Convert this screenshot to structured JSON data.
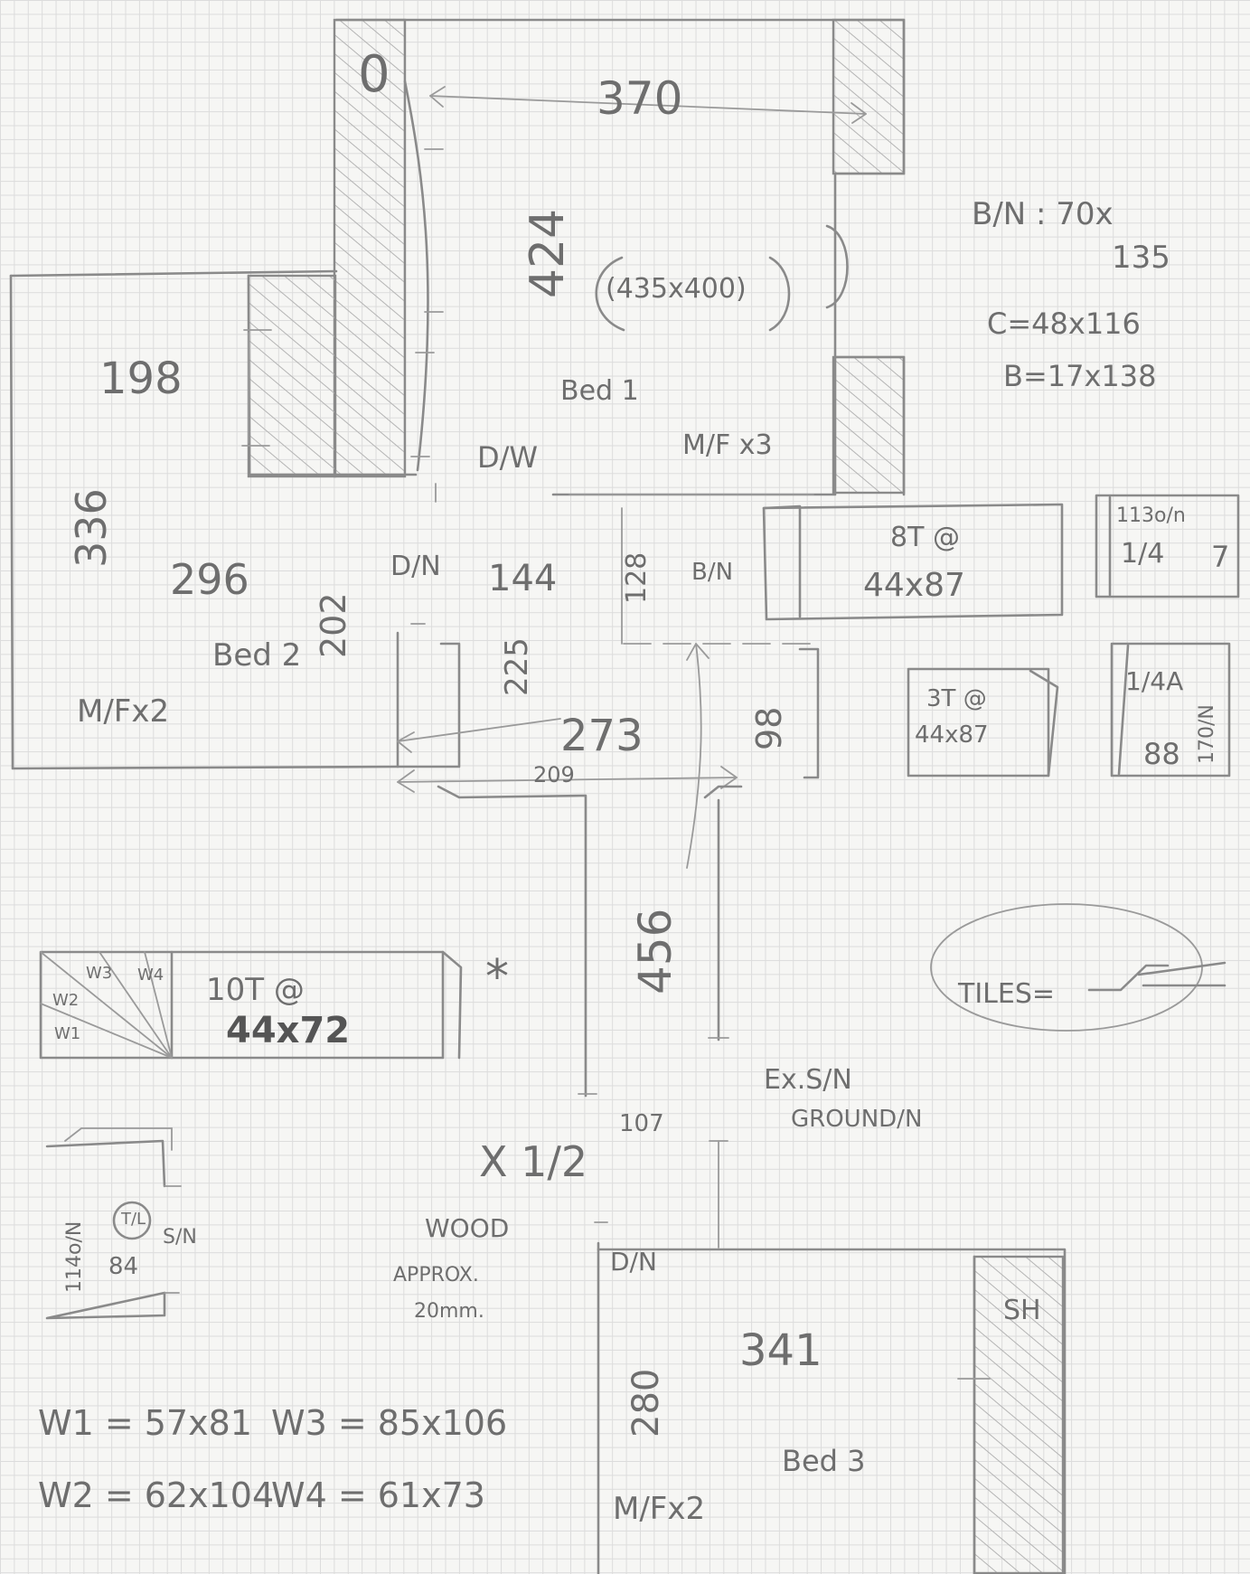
{
  "labels": {
    "zero": "0",
    "dim_370": "370",
    "dim_424": "424",
    "dim_435x400": "(435x400)",
    "bn_70x135_a": "B/N : 70x",
    "bn_70x135_b": "135",
    "c_48x116": "C=48x116",
    "b_17x138": "B=17x138",
    "bed1": "Bed 1",
    "mf_x3": "M/F x3",
    "dw": "D/W",
    "dim_198": "198",
    "dim_336": "336",
    "dim_296": "296",
    "dim_202": "202",
    "dn": "D/N",
    "dim_144": "144",
    "dim_128": "128",
    "bn_arrow": "B/N",
    "t87_a": "8T @",
    "t87_b": "44x87",
    "note_113": "113o/n",
    "note_quarter_a": "1/4",
    "note_7": "7",
    "bed2": "Bed 2",
    "dim_225": "225",
    "mf_x2_left": "M/Fx2",
    "dim_273": "273",
    "dim_98": "98",
    "t37_a": "3T @",
    "t37_b": "44x87",
    "note_quarter_b": "1/4A",
    "note_88": "88",
    "note_170": "170/N",
    "dim_209": "209",
    "asterisk": "*",
    "dim_456": "456",
    "tiles": "TILES=",
    "w1": "W1",
    "w2": "W2",
    "w3": "W3",
    "w4": "W4",
    "t10_a": "10T @",
    "t10_b": "44x72",
    "ex_sn": "Ex.S/N",
    "ground": "GROUND/N",
    "dim_107": "107",
    "x_half": "X 1/2",
    "wood": "WOOD",
    "approx": "APPROX.",
    "twenty_mm": "20mm.",
    "tl": "T/L",
    "note_114": "114o/N",
    "note_84": "84",
    "sn_small": "S/N",
    "dn_lower": "D/N",
    "dim_280": "280",
    "dim_341": "341",
    "sh": "SH",
    "bed3": "Bed 3",
    "mf_x2_lower": "M/Fx2",
    "w1_eq": "W1 = 57x81",
    "w3_eq": "W3 = 85x106",
    "w2_eq": "W2 = 62x104",
    "w4_eq": "W4 = 61x73"
  }
}
